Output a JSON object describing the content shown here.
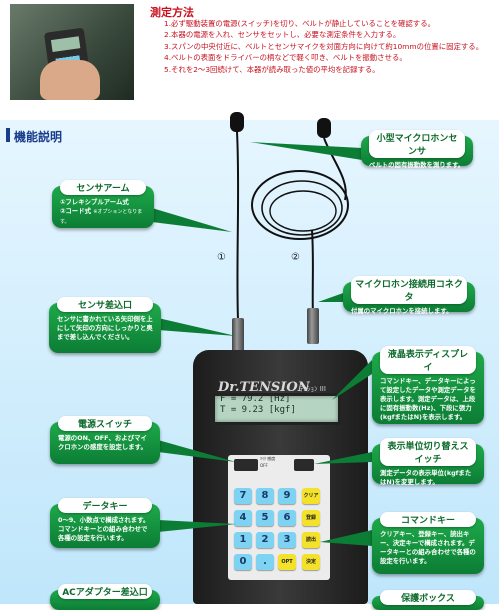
{
  "method": {
    "title": "測定方法",
    "steps": [
      "1.必ず駆動装置の電源(スイッチ)を切り、ベルトが静止していることを確認する。",
      "2.本器の電源を入れ、センサをセットし、必要な測定条件を入力する。",
      "3.スパンの中央付近に、ベルトとセンサマイクを対面方向に向けて約10mmの位置に固定する。",
      "4.ベルトの表面をドライバーの柄などで軽く叩き、ベルトを振動させる。",
      "5.それを2～3回続けて、本器が読み取った値の平均を記録する。"
    ]
  },
  "section_title": "機能説明",
  "callouts": {
    "mic_sensor": {
      "title": "小型マイクロホンセンサ",
      "body": "ベルトの固有振動数を測ります。"
    },
    "sensor_arm": {
      "title": "センサアーム",
      "line1": "①フレキシブルアーム式",
      "line2": "②コード式",
      "note": "※オプションとなります。"
    },
    "mic_connector": {
      "title": "マイクロホン接続用コネクタ",
      "body": "付属のマイクロホンを接続します。"
    },
    "sensor_port": {
      "title": "センサ差込口",
      "body": "センサに書かれている矢印側を上にして矢印の方向にしっかりと奥まで差し込んでください。"
    },
    "lcd": {
      "title": "液晶表示ディスプレイ",
      "body": "コマンドキー、データキーによって設定したデータや測定データを表示します。測定データは、上段に固有振動数(Hz)、下段に張力(kgfまたはN)を表示します。"
    },
    "power": {
      "title": "電源スイッチ",
      "body": "電源のON、OFF、およびマイクロホンの感度を設定します。"
    },
    "unit_switch": {
      "title": "表示単位切り替えスイッチ",
      "body": "測定データの表示単位(kgfまたはN)を変更します。"
    },
    "data_key": {
      "title": "データキー",
      "body": "0～9、小数点で構成されます。コマンドキーとの組み合わせで各種の設定を行います。"
    },
    "command_key": {
      "title": "コマンドキー",
      "body": "クリアキー、登録キー、読出キー、決定キーで構成されます。データキーとの組み合わせで各種の設定を行います。"
    },
    "ac_adapter": {
      "title": "ACアダプター差込口"
    },
    "case": {
      "title": "保護ボックス"
    }
  },
  "device": {
    "brand": "Dr.TENSION",
    "model": "ﾃﾝｼｮﾝ III",
    "lcd_line1": "F = 79.2 [Hz]",
    "lcd_line2": "T = 9.23 [kgf]",
    "switch_labels": [
      "ﾏｲｸ 感度",
      "OFF"
    ],
    "keys": [
      [
        "7",
        "8",
        "9",
        "クリア"
      ],
      [
        "4",
        "5",
        "6",
        "登録"
      ],
      [
        "1",
        "2",
        "3",
        "読出"
      ],
      [
        "0",
        ".",
        "OPT",
        "決定"
      ]
    ]
  },
  "probe_labels": [
    "①",
    "②"
  ]
}
